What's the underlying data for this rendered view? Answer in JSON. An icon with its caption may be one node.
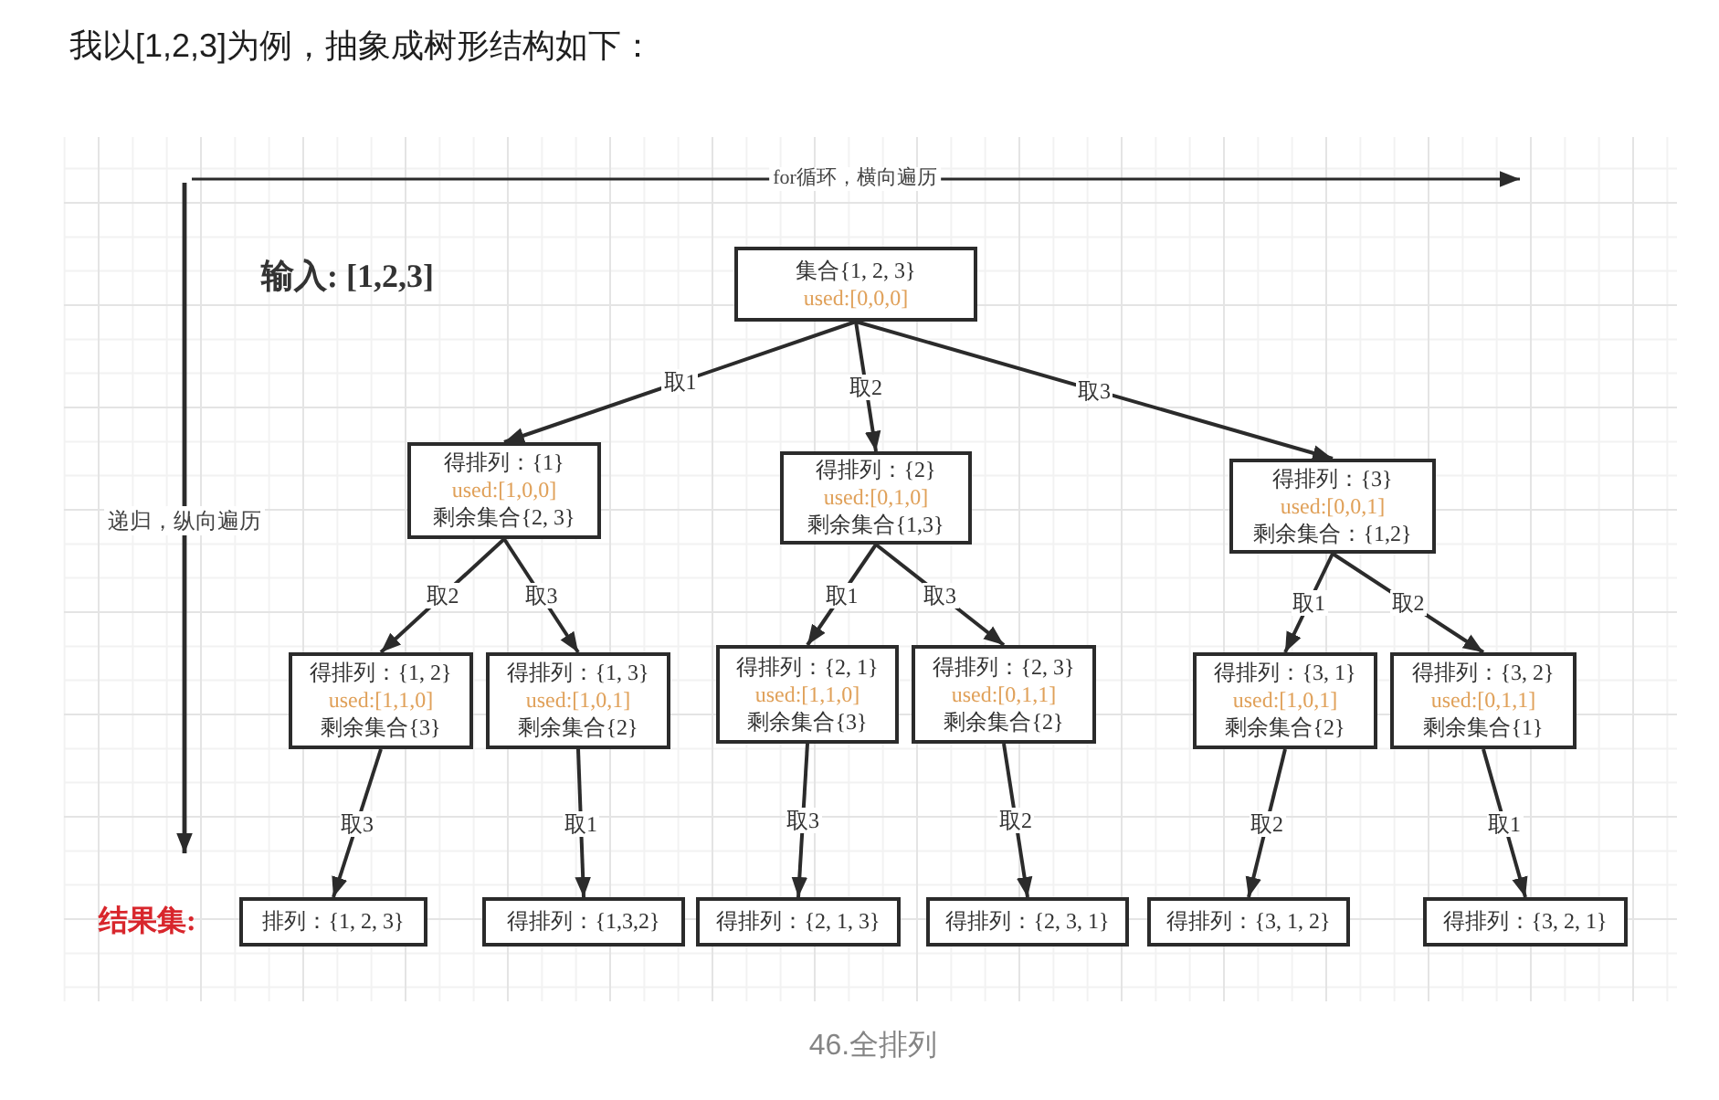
{
  "diagram": {
    "title": "我以[1,2,3]为例，抽象成树形结构如下：",
    "caption": "46.全排列",
    "nodes": [
      {
        "text": [
          "集合{1, 2, 3}",
          "used:[0,0,0]"
        ]
      },
      {
        "text": [
          "得排列：{1}",
          "used:[1,0,0]",
          "剩余集合{2, 3}"
        ]
      },
      {
        "text": [
          "得排列：{2}",
          "used:[0,1,0]",
          "剩余集合{1,3}"
        ]
      },
      {
        "text": [
          "得排列：{3}",
          "used:[0,0,1]",
          "剩余集合：{1,2}"
        ]
      },
      {
        "text": [
          "得排列：{1, 2}",
          "used:[1,1,0]",
          "剩余集合{3}"
        ]
      },
      {
        "text": [
          "得排列：{1, 3}",
          "used:[1,0,1]",
          "剩余集合{2}"
        ]
      },
      {
        "text": [
          "得排列：{2, 1}",
          "used:[1,1,0]",
          "剩余集合{3}"
        ]
      },
      {
        "text": [
          "得排列：{2, 3}",
          "used:[0,1,1]",
          "剩余集合{2}"
        ]
      },
      {
        "text": [
          "得排列：{3, 1}",
          "used:[1,0,1]",
          "剩余集合{2}"
        ]
      },
      {
        "text": [
          "得排列：{3, 2}",
          "used:[0,1,1]",
          "剩余集合{1}"
        ]
      },
      {
        "text": [
          "排列：{1, 2, 3}"
        ]
      },
      {
        "text": [
          "得排列：{1,3,2}"
        ]
      },
      {
        "text": [
          "得排列：{2, 1, 3}"
        ]
      },
      {
        "text": [
          "得排列：{2, 3, 1}"
        ]
      },
      {
        "text": [
          "得排列：{3, 1, 2}"
        ]
      },
      {
        "text": [
          "得排列：{3, 2, 1}"
        ]
      }
    ],
    "edges": [
      {
        "from": 0,
        "to": 1,
        "arrow": "to",
        "label": "取1"
      },
      {
        "from": 0,
        "to": 2,
        "arrow": "to",
        "label": "取2"
      },
      {
        "from": 0,
        "to": 3,
        "arrow": "to",
        "label": "取3"
      },
      {
        "from": 1,
        "to": 4,
        "arrow": "to",
        "label": "取2"
      },
      {
        "from": 1,
        "to": 5,
        "arrow": "to",
        "label": "取3"
      },
      {
        "from": 2,
        "to": 6,
        "arrow": "to",
        "label": "取1"
      },
      {
        "from": 2,
        "to": 7,
        "arrow": "to",
        "label": "取3"
      },
      {
        "from": 3,
        "to": 8,
        "arrow": "to",
        "label": "取1"
      },
      {
        "from": 3,
        "to": 9,
        "arrow": "to",
        "label": "取2"
      },
      {
        "from": 4,
        "to": 10,
        "arrow": "to",
        "label": "取3"
      },
      {
        "from": 5,
        "to": 11,
        "arrow": "to",
        "label": "取1"
      },
      {
        "from": 6,
        "to": 12,
        "arrow": "to",
        "label": "取3"
      },
      {
        "from": 7,
        "to": 13,
        "arrow": "to",
        "label": "取2"
      },
      {
        "from": 8,
        "to": 14,
        "arrow": "to",
        "label": "取2"
      },
      {
        "from": 9,
        "to": 15,
        "arrow": "to",
        "label": "取1"
      }
    ],
    "labels": [
      "for循环，横向遍历",
      "输入: [1,2,3]",
      "递归，纵向遍历",
      "结果集:"
    ]
  }
}
